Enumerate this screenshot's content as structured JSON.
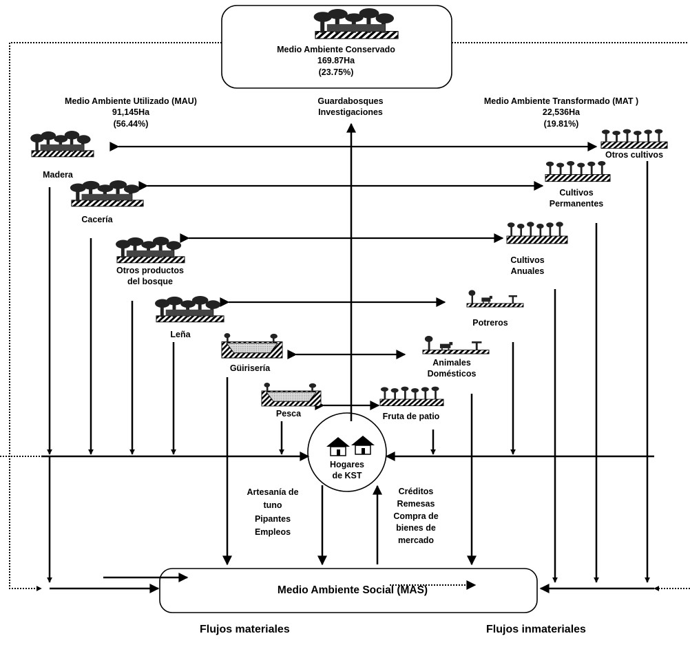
{
  "conserved": {
    "title": "Medio Ambiente Conservado",
    "area": "169.87Ha",
    "pct": "(23.75%)"
  },
  "mau": {
    "title": "Medio Ambiente Utilizado (MAU)",
    "area": "91,145Ha",
    "pct": "(56.44%)"
  },
  "mat": {
    "title": "Medio Ambiente Transformado (MAT   )",
    "area": "22,536Ha",
    "pct": "(19.81%)"
  },
  "center_top": {
    "line1": "Guardabosques",
    "line2": "Investigaciones"
  },
  "left_items": {
    "madera": "Madera",
    "caceria": "Cacería",
    "otros_line1": "Otros productos",
    "otros_line2": "del bosque",
    "lena": "Leña",
    "guiriseria": "Güirisería",
    "pesca": "Pesca"
  },
  "right_items": {
    "otros_cultivos": "Otros cultivos",
    "perm_line1": "Cultivos",
    "perm_line2": "Permanentes",
    "anual_line1": "Cultivos",
    "anual_line2": "Anuales",
    "potreros": "Potreros",
    "anim_line1": "Animales",
    "anim_line2": "Domésticos",
    "fruta": "Fruta de patio"
  },
  "households": {
    "line1": "Hogares",
    "line2": "de KST"
  },
  "flows_down": {
    "line1": "Artesanía de",
    "line2": "tuno",
    "line3": "Pipantes",
    "line4": "Empleos"
  },
  "flows_up": {
    "line1": "Créditos",
    "line2": "Remesas",
    "line3": "Compra de",
    "line4": "bienes de",
    "line5": "mercado"
  },
  "social": {
    "title": "Medio Ambiente Social (MAS)"
  },
  "legend": {
    "material": "Flujos materiales",
    "immaterial": "Flujos inmateriales"
  }
}
